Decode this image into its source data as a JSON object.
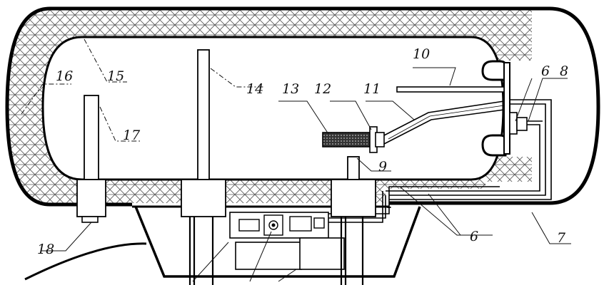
{
  "diagram": {
    "labels": {
      "l6a": "6",
      "l6b": "6",
      "l7": "7",
      "l8": "8",
      "l9": "9",
      "l10": "10",
      "l11": "11",
      "l12": "12",
      "l13": "13",
      "l14": "14",
      "l15": "15",
      "l16": "16",
      "l17": "17",
      "l18": "18"
    }
  }
}
